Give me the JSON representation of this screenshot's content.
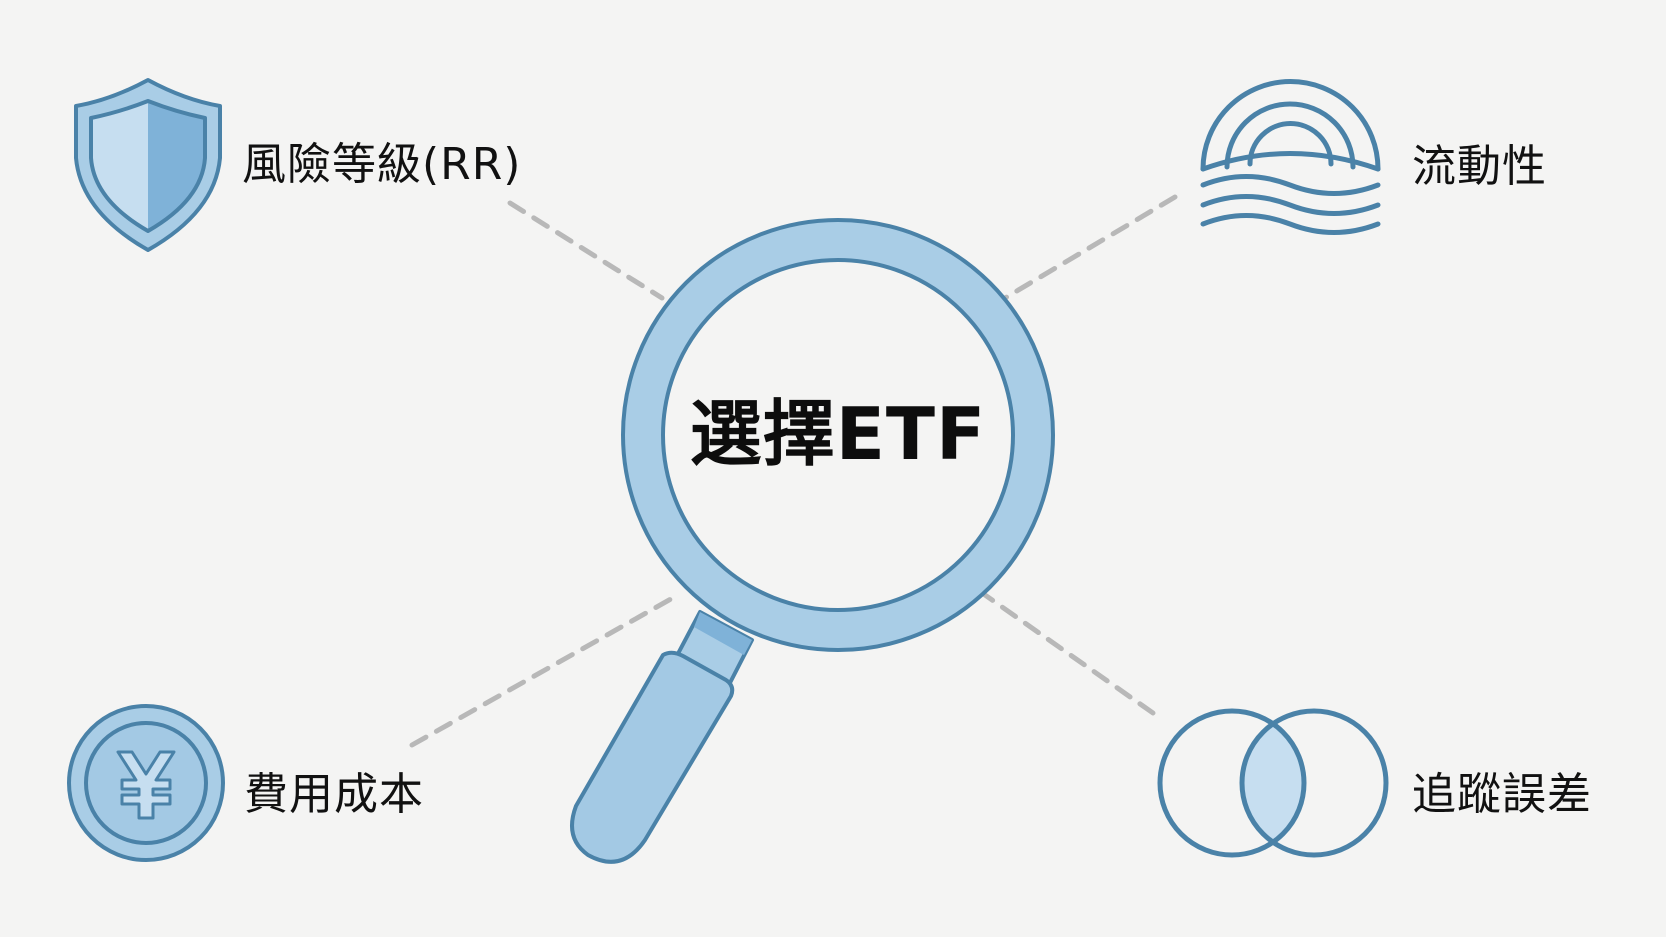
{
  "diagram": {
    "type": "hub-and-spoke",
    "center": {
      "label": "選擇ETF",
      "icon": "magnifying-glass-icon"
    },
    "factors": [
      {
        "id": "risk",
        "label": "風險等級(RR)",
        "icon": "shield-icon",
        "position": "top-left"
      },
      {
        "id": "liquidity",
        "label": "流動性",
        "icon": "waves-rainbow-icon",
        "position": "top-right"
      },
      {
        "id": "cost",
        "label": "費用成本",
        "icon": "yen-coin-icon",
        "position": "bottom-left"
      },
      {
        "id": "tracking",
        "label": "追蹤誤差",
        "icon": "venn-diagram-icon",
        "position": "bottom-right"
      }
    ],
    "connectors": "dashed"
  },
  "colors": {
    "background": "#f4f4f3",
    "icon_stroke": "#4a82a8",
    "icon_fill": "#a9cde6",
    "icon_fill_dark": "#7fb2d8",
    "icon_fill_light": "#c6def0",
    "connector": "#b8b8b8",
    "text": "#111111"
  }
}
